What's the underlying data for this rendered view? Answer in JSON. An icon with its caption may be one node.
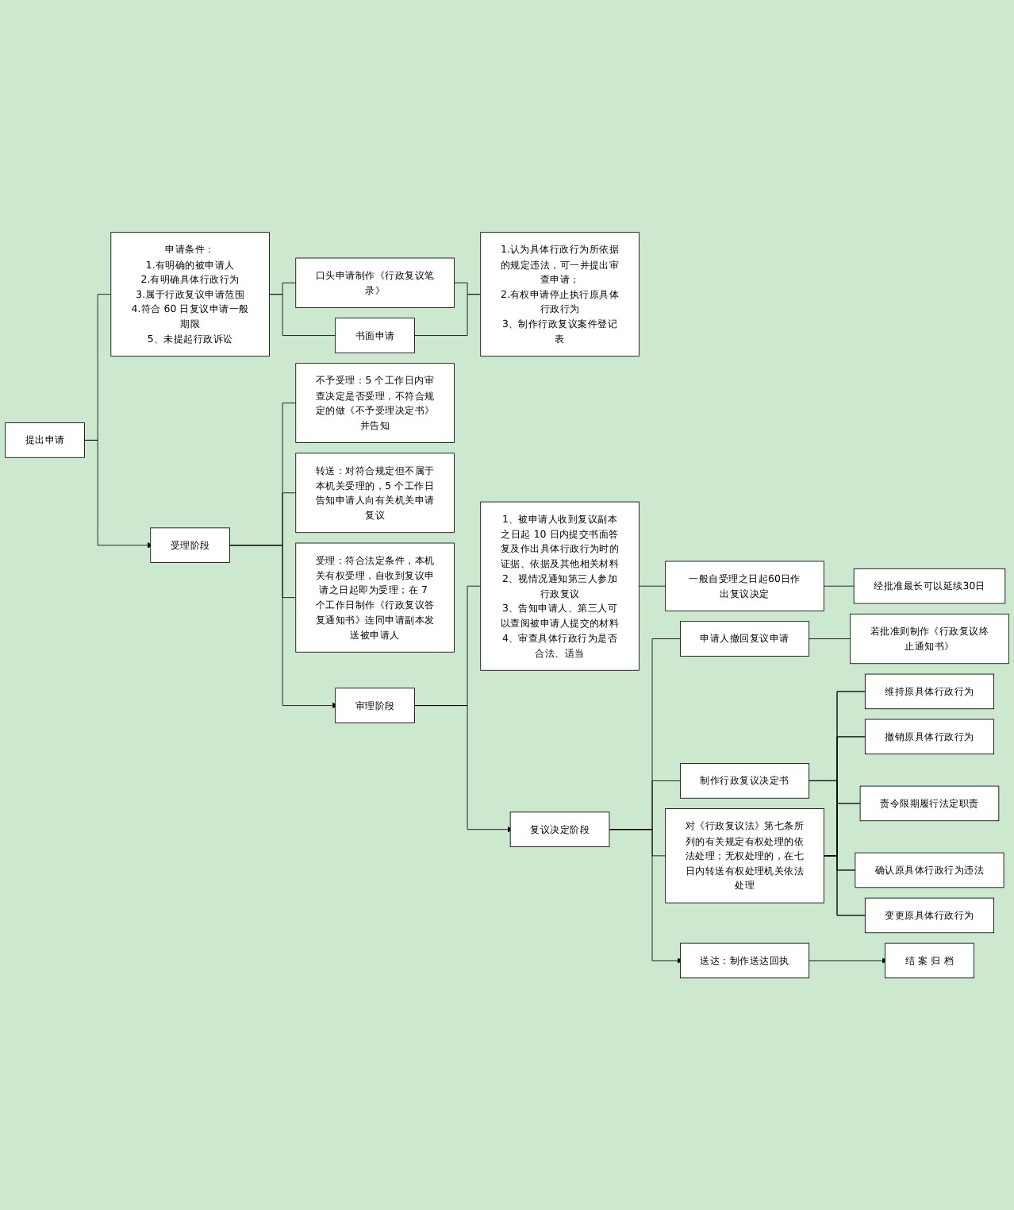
{
  "diagram": {
    "nodes": [
      {
        "text": [
          "提出申请"
        ]
      },
      {
        "text": [
          "申请条件：",
          "1.有明确的被申请人",
          "2.有明确具体行政行为",
          "3.属于行政复议申请范围",
          "4.符合 60 日复议申请一般期限",
          "5、未提起行政诉讼"
        ]
      },
      {
        "text": [
          "口头申请制作《行政复议笔录》"
        ]
      },
      {
        "text": [
          "书面申请"
        ]
      },
      {
        "text": [
          "1.认为具体行政行为所依据的规定违法，可一并提出审查申请；",
          "2.有权申请停止执行原具体行政行为",
          "3、制作行政复议案件登记表"
        ]
      },
      {
        "text": [
          "受理阶段"
        ]
      },
      {
        "text": [
          "不予受理：5 个工作日内审查决定是否受理，不符合规定的做《不予受理决定书》并告知"
        ]
      },
      {
        "text": [
          "转送：对符合规定但不属于本机关受理的，5 个工作日告知申请人向有关机关申请复议"
        ]
      },
      {
        "text": [
          "受理：符合法定条件，本机关有权受理，自收到复议申请之日起即为受理；在 7 个工作日制作《行政复议答复通知书》连同申请副本发送被申请人"
        ]
      },
      {
        "text": [
          "审理阶段"
        ]
      },
      {
        "text": [
          "1、被申请人收到复议副本之日起 10 日内提交书面答复及作出具体行政行为时的证据、依据及其他相关材料",
          "2、视情况通知第三人参加行政复议",
          "3、告知申请人、第三人可以查阅被申请人提交的材料",
          "4、审查具体行政行为是否合法、适当"
        ]
      },
      {
        "text": [
          "一般自受理之日起60日作出复议决定"
        ]
      },
      {
        "text": [
          "经批准最长可以延续30日"
        ]
      },
      {
        "text": [
          "复议决定阶段"
        ]
      },
      {
        "text": [
          "申请人撤回复议申请"
        ]
      },
      {
        "text": [
          "若批准则制作《行政复议终止通知书》"
        ]
      },
      {
        "text": [
          "制作行政复议决定书"
        ]
      },
      {
        "text": [
          "对《行政复议法》第七条所列的有关规定有权处理的依法处理；无权处理的，在七日内转送有权处理机关依法处理"
        ]
      },
      {
        "text": [
          "维持原具体行政行为"
        ]
      },
      {
        "text": [
          "撤销原具体行政行为"
        ]
      },
      {
        "text": [
          "责令限期履行法定职责"
        ]
      },
      {
        "text": [
          "确认原具体行政行为违法"
        ]
      },
      {
        "text": [
          "变更原具体行政行为"
        ]
      },
      {
        "text": [
          "送达：制作送达回执"
        ]
      },
      {
        "text": [
          "结 案 归 档"
        ]
      }
    ],
    "edges": [
      {
        "from": 0,
        "to": 1,
        "arrow": "none"
      },
      {
        "from": 1,
        "to": 2,
        "arrow": "none"
      },
      {
        "from": 1,
        "to": 3,
        "arrow": "none"
      },
      {
        "from": 2,
        "to": 4,
        "arrow": "none"
      },
      {
        "from": 3,
        "to": 4,
        "arrow": "none"
      },
      {
        "from": 0,
        "to": 5,
        "arrow": "to"
      },
      {
        "from": 5,
        "to": 6,
        "arrow": "none"
      },
      {
        "from": 5,
        "to": 7,
        "arrow": "none"
      },
      {
        "from": 5,
        "to": 8,
        "arrow": "none"
      },
      {
        "from": 5,
        "to": 9,
        "arrow": "to"
      },
      {
        "from": 9,
        "to": 10,
        "arrow": "none"
      },
      {
        "from": 10,
        "to": 11,
        "arrow": "none"
      },
      {
        "from": 11,
        "to": 12,
        "arrow": "none"
      },
      {
        "from": 9,
        "to": 13,
        "arrow": "to"
      },
      {
        "from": 13,
        "to": 14,
        "arrow": "none"
      },
      {
        "from": 13,
        "to": 16,
        "arrow": "none"
      },
      {
        "from": 13,
        "to": 17,
        "arrow": "none"
      },
      {
        "from": 14,
        "to": 15,
        "arrow": "none"
      },
      {
        "from": 16,
        "to": 18,
        "arrow": "none"
      },
      {
        "from": 16,
        "to": 19,
        "arrow": "none"
      },
      {
        "from": 16,
        "to": 20,
        "arrow": "none"
      },
      {
        "from": 16,
        "to": 21,
        "arrow": "none"
      },
      {
        "from": 16,
        "to": 22,
        "arrow": "none"
      },
      {
        "from": 17,
        "to": 18,
        "arrow": "none"
      },
      {
        "from": 17,
        "to": 19,
        "arrow": "none"
      },
      {
        "from": 17,
        "to": 20,
        "arrow": "none"
      },
      {
        "from": 17,
        "to": 21,
        "arrow": "none"
      },
      {
        "from": 17,
        "to": 22,
        "arrow": "none"
      },
      {
        "from": 13,
        "to": 23,
        "arrow": "to"
      },
      {
        "from": 23,
        "to": 24,
        "arrow": "to"
      }
    ]
  }
}
